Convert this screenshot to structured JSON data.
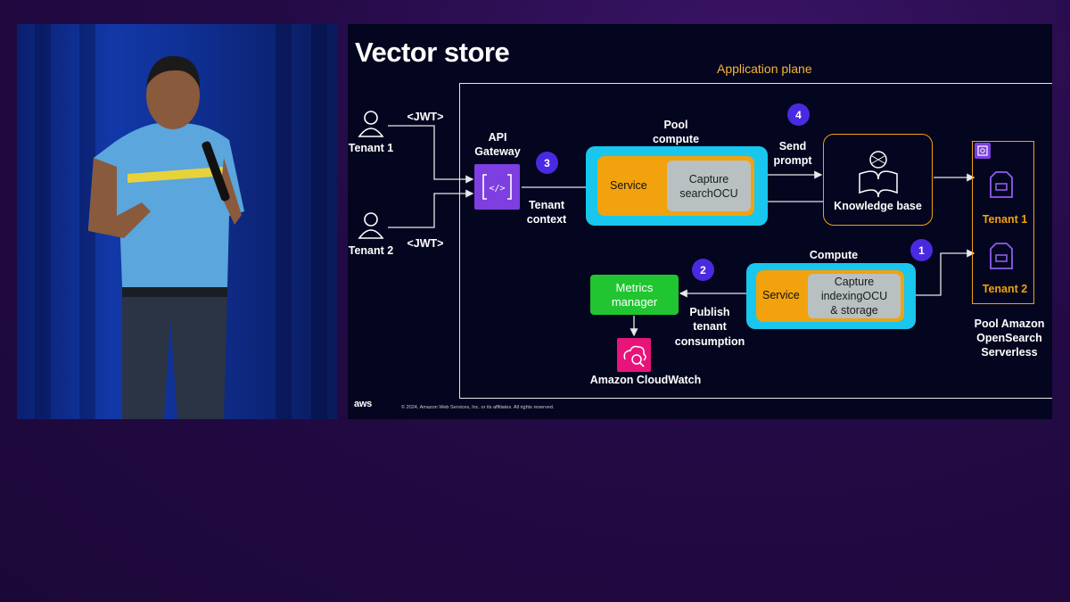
{
  "slide": {
    "title": "Vector store",
    "plane_label": "Application plane",
    "tenants": [
      {
        "label": "Tenant 1",
        "token": "<JWT>"
      },
      {
        "label": "Tenant 2",
        "token": "<JWT>"
      }
    ],
    "api_gateway": {
      "label_line1": "API",
      "label_line2": "Gateway"
    },
    "tenant_context": {
      "line1": "Tenant",
      "line2": "context"
    },
    "pool_compute": {
      "title_line1": "Pool",
      "title_line2": "compute",
      "service_label": "Service",
      "capture_line1": "Capture",
      "capture_line2": "searchOCU"
    },
    "send_prompt": {
      "line1": "Send",
      "line2": "prompt"
    },
    "knowledge_base": {
      "label": "Knowledge base"
    },
    "compute": {
      "title": "Compute",
      "service_label": "Service",
      "capture_line1": "Capture",
      "capture_line2": "indexingOCU",
      "capture_line3": "& storage"
    },
    "metrics_manager": {
      "line1": "Metrics",
      "line2": "manager"
    },
    "publish": {
      "line1": "Publish",
      "line2": "tenant",
      "line3": "consumption"
    },
    "cloudwatch": {
      "label": "Amazon CloudWatch"
    },
    "opensearch": {
      "tenant1": "Tenant 1",
      "tenant2": "Tenant 2",
      "line1": "Pool Amazon",
      "line2": "OpenSearch",
      "line3": "Serverless"
    },
    "steps": [
      "1",
      "2",
      "3",
      "4"
    ],
    "copyright": "© 2024, Amazon Web Services, Inc. or its affiliates. All rights reserved.",
    "aws_logo": "aws"
  },
  "colors": {
    "accent_orange": "#f1a20d",
    "accent_cyan": "#19c6ee",
    "badge_purple": "#4a2ae0",
    "gateway_purple": "#7d3fe0",
    "metrics_green": "#21c531",
    "cloudwatch_pink": "#e7157b"
  }
}
